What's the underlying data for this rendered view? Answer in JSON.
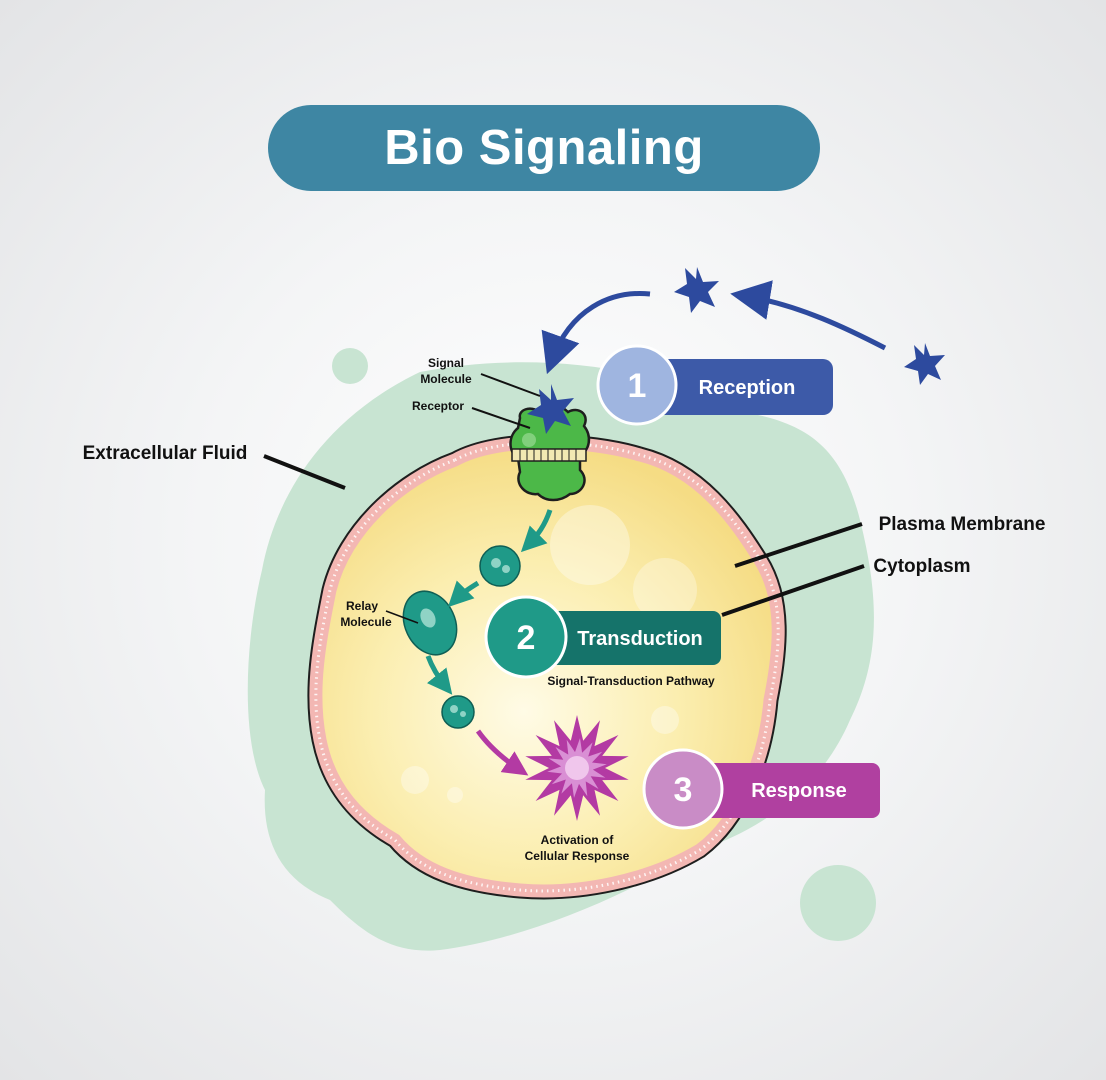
{
  "title": "Bio Signaling",
  "steps": [
    {
      "number": "1",
      "label": "Reception",
      "color": "#3d5aa8",
      "badge_color": "#9fb5e0"
    },
    {
      "number": "2",
      "label": "Transduction",
      "color": "#15736a",
      "badge_color": "#1f9a88"
    },
    {
      "number": "3",
      "label": "Response",
      "color": "#b040a0",
      "badge_color": "#c98cc6"
    }
  ],
  "labels": {
    "extracellular_fluid": "Extracellular Fluid",
    "plasma_membrane": "Plasma Membrane",
    "cytoplasm": "Cytoplasm",
    "signal_molecule": [
      "Signal",
      "Molecule"
    ],
    "receptor": "Receptor",
    "relay_molecule": [
      "Relay",
      "Molecule"
    ],
    "pathway": "Signal-Transduction Pathway",
    "activation": [
      "Activation of",
      "Cellular Response"
    ]
  },
  "colors": {
    "extracellular": "#c8e4d2",
    "cytoplasm": "#f9e79a",
    "membrane": "#f3b7b3",
    "signal_star": "#2d4a9e",
    "receptor": "#4cb848",
    "relay": "#1f9a88",
    "response": "#b33aa3"
  }
}
